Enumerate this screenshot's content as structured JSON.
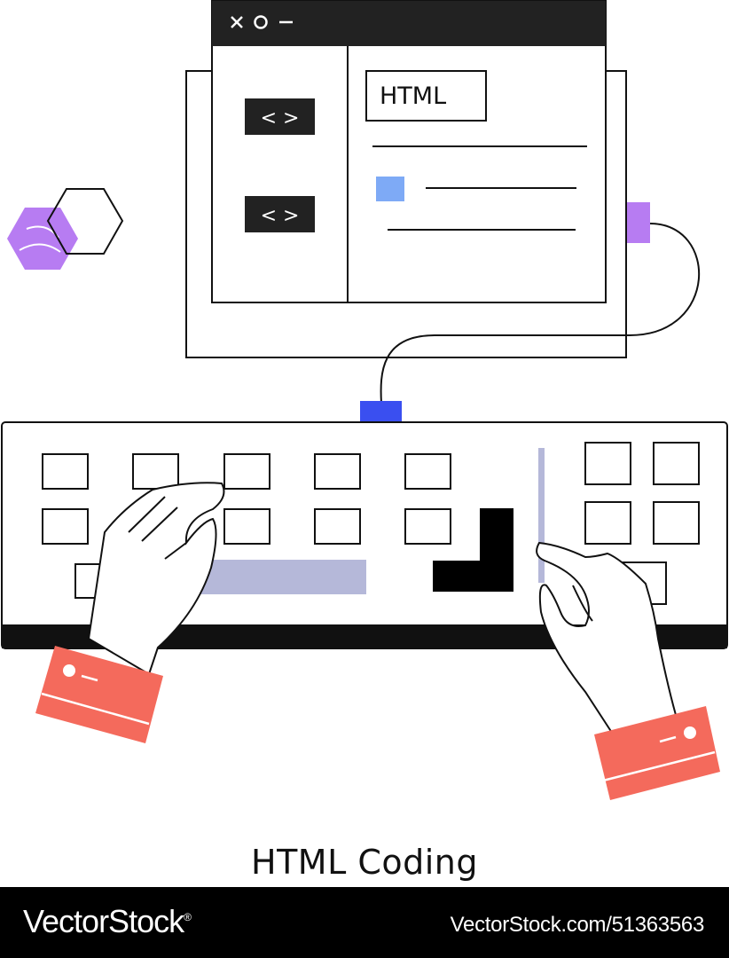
{
  "window": {
    "controls": [
      "×",
      "○",
      "—"
    ],
    "code_buttons": [
      "< >",
      "< >"
    ],
    "label": "HTML"
  },
  "caption": "HTML Coding",
  "footer": {
    "brand": "VectorStock",
    "brand_superscript": "®",
    "url": "VectorStock.com/51363563"
  },
  "colors": {
    "stroke": "#111111",
    "purple": "#b77cf2",
    "blue": "#3a4ff0",
    "light_blue": "#7eaaf6",
    "lavender": "#b5b8d9",
    "coral": "#f46a5c"
  }
}
